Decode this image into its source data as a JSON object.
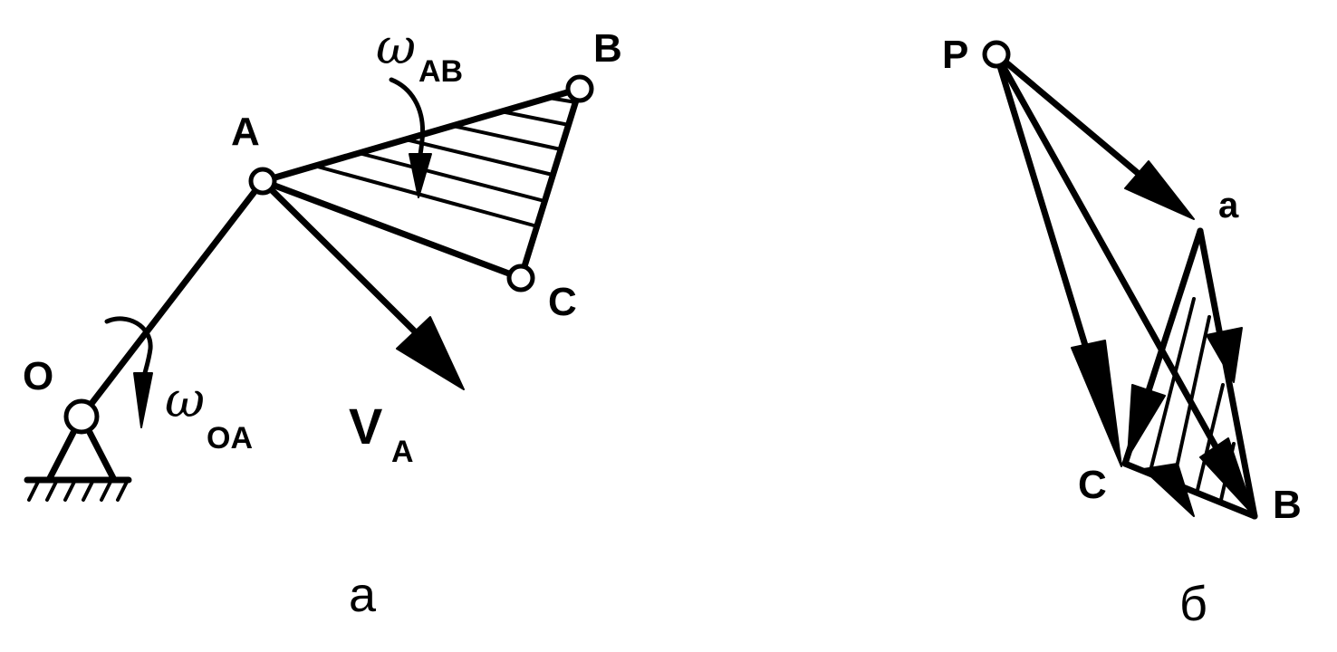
{
  "diagram_a": {
    "point_O": "O",
    "point_A": "A",
    "point_B": "B",
    "point_C": "C",
    "omega_symbol": "ω",
    "omega_OA_sub": "OA",
    "omega_AB_sub": "AB",
    "velocity_symbol": "V",
    "velocity_sub": "A",
    "caption": "а"
  },
  "diagram_b": {
    "point_P": "P",
    "point_a": "a",
    "point_c": "C",
    "point_b": "B",
    "caption": "б"
  }
}
